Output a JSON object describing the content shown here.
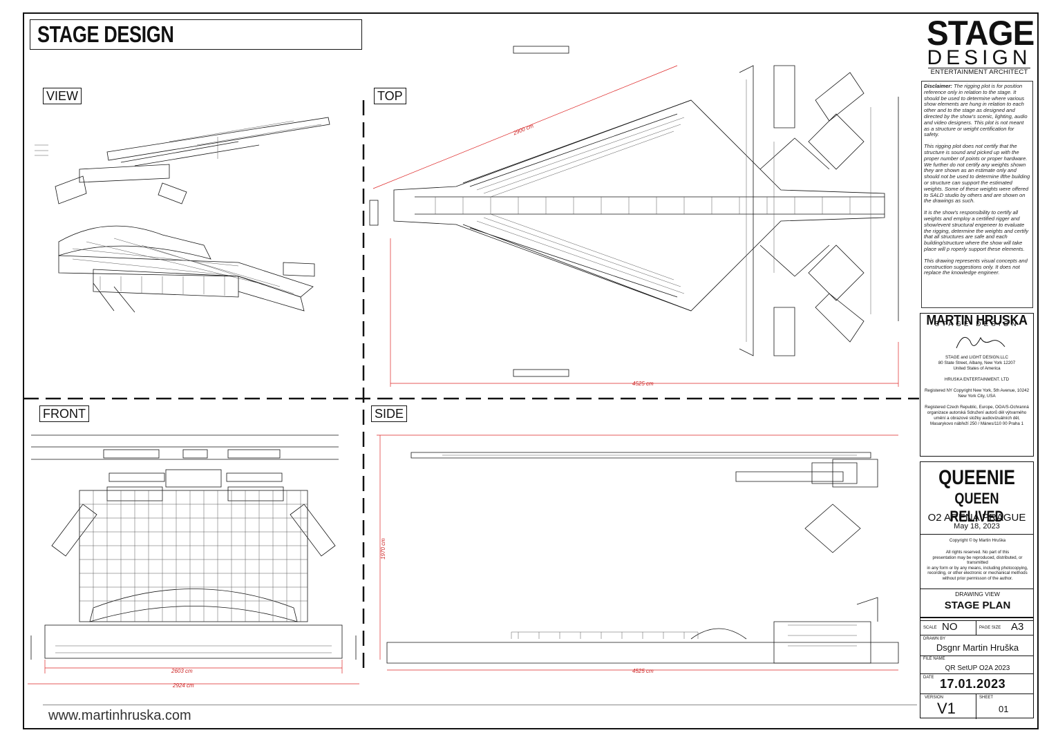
{
  "header": {
    "title": "STAGE DESIGN"
  },
  "views": {
    "view": "VIEW",
    "top": "TOP",
    "front": "FRONT",
    "side": "SIDE"
  },
  "dimensions": {
    "top_diag": "2900 cm",
    "top_width": "4525 cm",
    "front_inner": "2603 cm",
    "front_outer": "2924 cm",
    "side_width": "4525 cm",
    "side_height": "1970 cm"
  },
  "footer": {
    "url": "www.martinhruska.com"
  },
  "logo": {
    "line1": "STAGE",
    "line2": "DESIGN",
    "line3": "ENTERTAINMENT ARCHITECT"
  },
  "disclaimer": {
    "label": "Disclaimer:",
    "p1": "The rigging plot is for position reference only in relation to the stage. It should be used to determine where various show elements are hung in relation to each other and to the stage as designed and directed by the show's scenic, lighting, audio and video designers. This plot is not meant as a structure or weight certification for safety.",
    "p2": "This rigging plot does not certify that the structure is sound and picked up with the proper number of points or proper hardware. We further do not certify any weights shown they are shown as an estimate only and should not be used to determine ifthe building or structure can support the estimated weights. Some of these weights were offered to SALD studio by others and are shown on the drawings as such.",
    "p3": "It is the show's responsibility to certify all weights and employ a certified rigger and show/event structural engeneer to evaluate the rigging, determine the weights and certify that all structures are safe and each building/structure where the show will take place will p roperly support these elements.",
    "p4": "This drawing represents visual concepts and construction suggestions only. It does not replace the knowledge engineer."
  },
  "company": {
    "name": "MARTIN HRUSKA",
    "sub": "STAGE DESIGN",
    "addr1": "STAGE and LIGHT DESIGN.LLC",
    "addr2": "80 State Street, Albany, New York 12207",
    "addr3": "United States of America",
    "ent": "HRUSKA ENTERTAINMENT. LTD",
    "reg1": "Registered NY Copyright New York, 5th Avenue, 10242",
    "reg2": "New York City, USA",
    "cz1": "Registered Czech Republic, Europe, OOA/S-Ochranná",
    "cz2": "organizace autorská Sdružení autorů děl výtvarného",
    "cz3": "umění a obrazové složky audiovizuálních děl,",
    "cz4": "Masarykovo nábřeží 250 / Mánes/110 00 Praha 1"
  },
  "project": {
    "title": "QUEENIE",
    "subtitle": "QUEEN RELIVED",
    "venue": "O2 ARENA PRAGUE",
    "date": "May 18, 2023",
    "copyright": "Copyright © by Martin Hruška",
    "rights1": "All rights reserved. No part of this",
    "rights2": "presentation may be reproduced, distributed, or",
    "rights3": "transmitted",
    "rights4": "in any form or by  any means, including photocopying,",
    "rights5": "recording, or other electronic or mechanical methods",
    "rights6": "without prior permisson of  the author.",
    "drawing_view_label": "DRAWING VIEW",
    "drawing_view": "STAGE PLAN",
    "scale_label": "SCALE",
    "scale": "NO",
    "page_size_label": "PAGE SIZE",
    "page_size": "A3",
    "drawn_by_label": "DRAWN BY",
    "drawn_by": "Dsgnr Martin Hruška",
    "file_name_label": "FILE NAME",
    "file_name": "QR SetUP O2A 2023",
    "date_label": "DATE",
    "issue_date": "17.01.2023",
    "version_label": "VERSION",
    "version": "V1",
    "sheet_label": "SHEET",
    "sheet": "01"
  }
}
